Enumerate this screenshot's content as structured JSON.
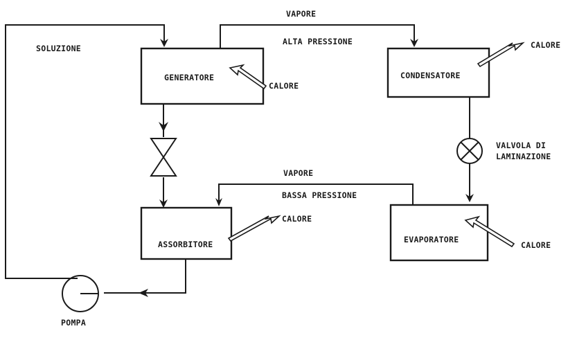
{
  "labels": {
    "soluzione": "SOLUZIONE",
    "vapore_top": "VAPORE",
    "alta_pressione": "ALTA PRESSIONE",
    "vapore_bottom": "VAPORE",
    "bassa_pressione": "BASSA PRESSIONE",
    "valvola_line1": "VALVOLA DI",
    "valvola_line2": "LAMINAZIONE",
    "pompa": "POMPA"
  },
  "components": {
    "generatore": {
      "label": "GENERATORE",
      "heat_label": "CALORE"
    },
    "condensatore": {
      "label": "CONDENSATORE",
      "heat_label": "CALORE"
    },
    "assorbitore": {
      "label": "ASSORBITORE",
      "heat_label": "CALORE"
    },
    "evaporatore": {
      "label": "EVAPORATORE",
      "heat_label": "CALORE"
    }
  }
}
